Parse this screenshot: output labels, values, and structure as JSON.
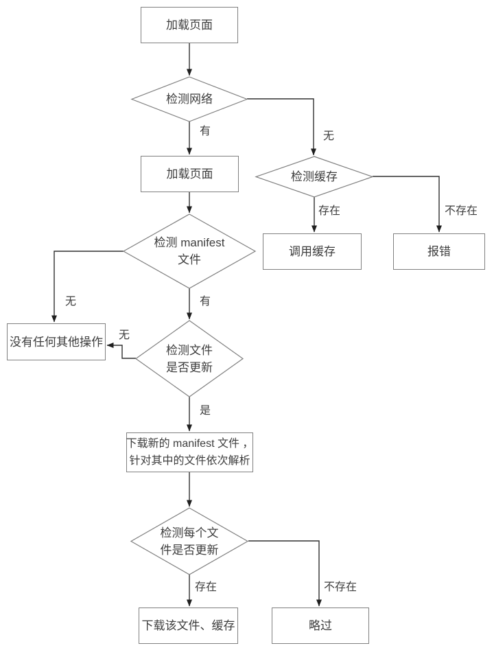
{
  "diagram": {
    "background": "#ffffff",
    "border_color": "#7f7f7f",
    "line_color": "#2f2f2f",
    "text_color": "#3d3d3d"
  },
  "nodes": {
    "load_page_1": {
      "type": "process",
      "label": "加载页面"
    },
    "check_network": {
      "type": "decision",
      "label": "检测网络"
    },
    "load_page_2": {
      "type": "process",
      "label": "加载页面"
    },
    "check_cache": {
      "type": "decision",
      "label": "检测缓存"
    },
    "use_cache": {
      "type": "process",
      "label": "调用缓存"
    },
    "error": {
      "type": "process",
      "label": "报错"
    },
    "check_manifest": {
      "type": "decision",
      "label": "检测 manifest\n文件"
    },
    "no_other_action": {
      "type": "process",
      "label": "没有任何其他操作"
    },
    "check_file_update": {
      "type": "decision",
      "label": "检测文件\n是否更新"
    },
    "download_manifest": {
      "type": "process",
      "label": "下载新的 manifest 文件 ，\n针对其中的文件依次解析"
    },
    "check_each_file": {
      "type": "decision",
      "label": "检测每个文\n件是否更新"
    },
    "download_file": {
      "type": "process",
      "label": "下载该文件、缓存"
    },
    "skip": {
      "type": "process",
      "label": "略过"
    }
  },
  "edges": [
    {
      "from": "load_page_1",
      "to": "check_network",
      "label": ""
    },
    {
      "from": "check_network",
      "to": "load_page_2",
      "label": "有"
    },
    {
      "from": "check_network",
      "to": "check_cache",
      "label": "无"
    },
    {
      "from": "load_page_2",
      "to": "check_manifest",
      "label": ""
    },
    {
      "from": "check_cache",
      "to": "use_cache",
      "label": "存在"
    },
    {
      "from": "check_cache",
      "to": "error",
      "label": "不存在"
    },
    {
      "from": "check_manifest",
      "to": "no_other_action",
      "label": "无"
    },
    {
      "from": "check_manifest",
      "to": "check_file_update",
      "label": "有"
    },
    {
      "from": "check_file_update",
      "to": "no_other_action",
      "label": "无"
    },
    {
      "from": "check_file_update",
      "to": "download_manifest",
      "label": "是"
    },
    {
      "from": "download_manifest",
      "to": "check_each_file",
      "label": ""
    },
    {
      "from": "check_each_file",
      "to": "download_file",
      "label": "存在"
    },
    {
      "from": "check_each_file",
      "to": "skip",
      "label": "不存在"
    }
  ]
}
